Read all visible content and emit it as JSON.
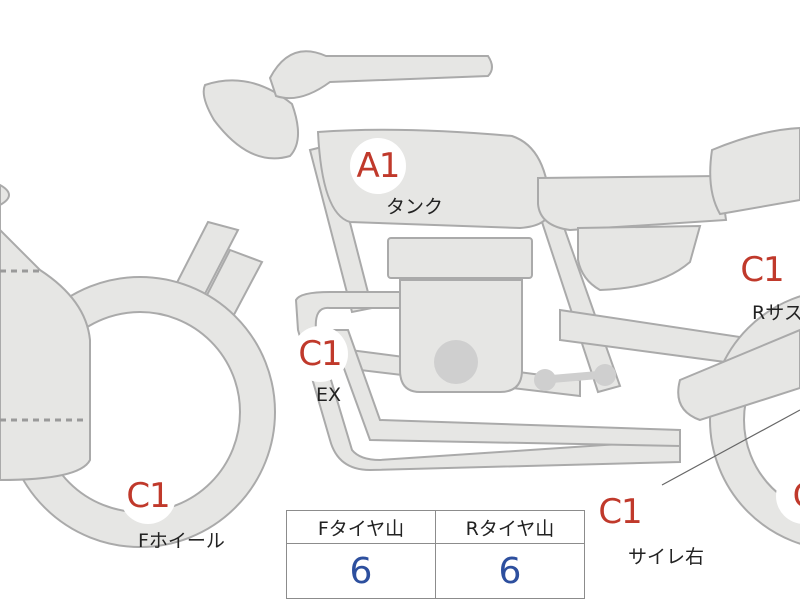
{
  "markers": [
    {
      "id": "a1-tank",
      "grade": "A1",
      "label": "タンク"
    },
    {
      "id": "c1-ex",
      "grade": "C1",
      "label": "EX"
    },
    {
      "id": "c1-f-wheel",
      "grade": "C1",
      "label": "Fホイール"
    },
    {
      "id": "c1-r-suspension",
      "grade": "C1",
      "label": "Rサス"
    },
    {
      "id": "c1-silencer-right",
      "grade": "C1",
      "label": "サイレ右"
    },
    {
      "id": "c1-rear-edge",
      "grade": "C",
      "label": ""
    }
  ],
  "tire_tread": {
    "headers": [
      "Fタイヤ山",
      "Rタイヤ山"
    ],
    "values": [
      "6",
      "6"
    ]
  },
  "colors": {
    "grade_text": "#c0392b",
    "value_text": "#2d4f9e",
    "part_fill": "#e6e6e4",
    "part_stroke": "#aaaaaa"
  }
}
